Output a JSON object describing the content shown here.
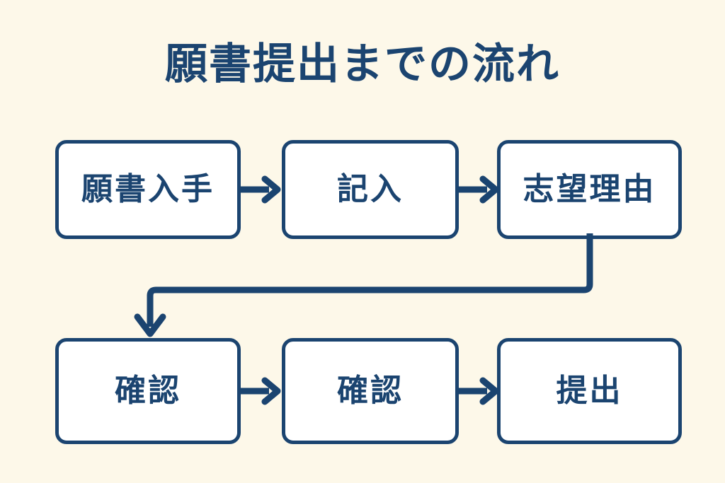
{
  "page": {
    "title": "願書提出までの流れ",
    "background_color": "#FDF8E9",
    "accent_color": "#1B4470",
    "node_fill_color": "#FFFFFF"
  },
  "flowchart": {
    "type": "process-flow",
    "rows": [
      {
        "row_index": 1,
        "nodes": [
          {
            "id": "node-1",
            "label": "願書入手",
            "step": 1
          },
          {
            "id": "node-2",
            "label": "記入",
            "step": 2
          },
          {
            "id": "node-3",
            "label": "志望理由",
            "step": 3
          }
        ]
      },
      {
        "row_index": 2,
        "nodes": [
          {
            "id": "node-4",
            "label": "確認",
            "step": 4
          },
          {
            "id": "node-5",
            "label": "確認",
            "step": 5
          },
          {
            "id": "node-6",
            "label": "提出",
            "step": 6
          }
        ]
      }
    ],
    "connectors": [
      {
        "id": "arrow-1-2",
        "from": "node-1",
        "to": "node-2",
        "style": "straight-right"
      },
      {
        "id": "arrow-2-3",
        "from": "node-2",
        "to": "node-3",
        "style": "straight-right"
      },
      {
        "id": "connector-3-4",
        "from": "node-3",
        "to": "node-4",
        "style": "elbow-down-left"
      },
      {
        "id": "arrow-4-5",
        "from": "node-4",
        "to": "node-5",
        "style": "straight-right"
      },
      {
        "id": "arrow-5-6",
        "from": "node-5",
        "to": "node-6",
        "style": "straight-right"
      }
    ]
  }
}
